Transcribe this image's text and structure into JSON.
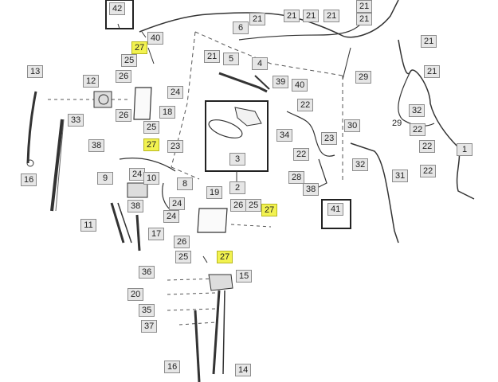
{
  "diagram": {
    "accent_highlight": "#f2f250",
    "callout_bg": "#e6e6e6",
    "callouts": {
      "c42": "42",
      "c40": "40",
      "c27a": "27",
      "c25a": "25",
      "c26a": "26",
      "c13": "13",
      "c12": "12",
      "c24a": "24",
      "c18": "18",
      "c33": "33",
      "c26b": "26",
      "c25b": "25",
      "c27b": "27",
      "c38a": "38",
      "c23a": "23",
      "c16a": "16",
      "c9": "9",
      "c24b": "24",
      "c10": "10",
      "c8": "8",
      "c11": "11",
      "c38b": "38",
      "c24c": "24",
      "c24d": "24",
      "c17": "17",
      "c19": "19",
      "c26c": "26",
      "c25c": "25",
      "c27c": "27",
      "c26d": "26",
      "c25d": "25",
      "c27d": "27",
      "c36": "36",
      "c15": "15",
      "c20": "20",
      "c35": "35",
      "c37": "37",
      "c16b": "16",
      "c14": "14",
      "c6": "6",
      "c21a": "21",
      "c21b": "21",
      "c21c": "21",
      "c21d": "21",
      "c21e": "21",
      "c21f": "21",
      "c21g": "21",
      "c21h": "21",
      "c21i": "21",
      "c5": "5",
      "c4": "4",
      "c39": "39",
      "c40b": "40",
      "c29a": "29",
      "c22a": "22",
      "c34": "34",
      "c3": "3",
      "c2": "2",
      "c30": "30",
      "c23b": "23",
      "c22b": "22",
      "c32a": "32",
      "c28": "28",
      "c38c": "38",
      "c31": "31",
      "c41": "41",
      "c32b": "32",
      "c29b": "29",
      "c22c": "22",
      "c1": "1",
      "c22d": "22"
    }
  }
}
